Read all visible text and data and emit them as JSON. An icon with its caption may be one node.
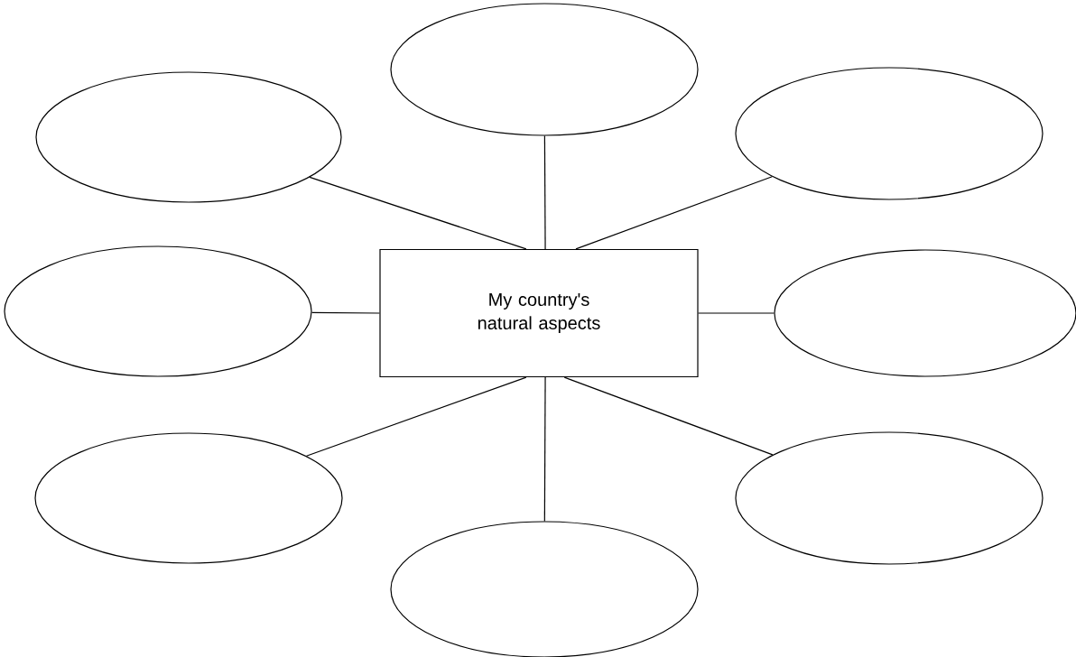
{
  "diagram": {
    "nodes": [
      {
        "text": [],
        "shape": "ellipse"
      },
      {
        "text": [],
        "shape": "ellipse"
      },
      {
        "text": [],
        "shape": "ellipse"
      },
      {
        "text": [],
        "shape": "ellipse"
      },
      {
        "text": [
          "My country's natural aspects"
        ]
      },
      {
        "text": [],
        "shape": "ellipse"
      },
      {
        "text": [],
        "shape": "ellipse"
      },
      {
        "text": [],
        "shape": "ellipse"
      },
      {
        "text": [],
        "shape": "ellipse"
      }
    ],
    "edges": [
      {
        "from": 4,
        "to": 0,
        "arrow": "none"
      },
      {
        "from": 4,
        "to": 1,
        "arrow": "none"
      },
      {
        "from": 4,
        "to": 2,
        "arrow": "none"
      },
      {
        "from": 4,
        "to": 3,
        "arrow": "none"
      },
      {
        "from": 4,
        "to": 5,
        "arrow": "none"
      },
      {
        "from": 4,
        "to": 6,
        "arrow": "none"
      },
      {
        "from": 4,
        "to": 7,
        "arrow": "none"
      },
      {
        "from": 4,
        "to": 8,
        "arrow": "none"
      }
    ]
  }
}
